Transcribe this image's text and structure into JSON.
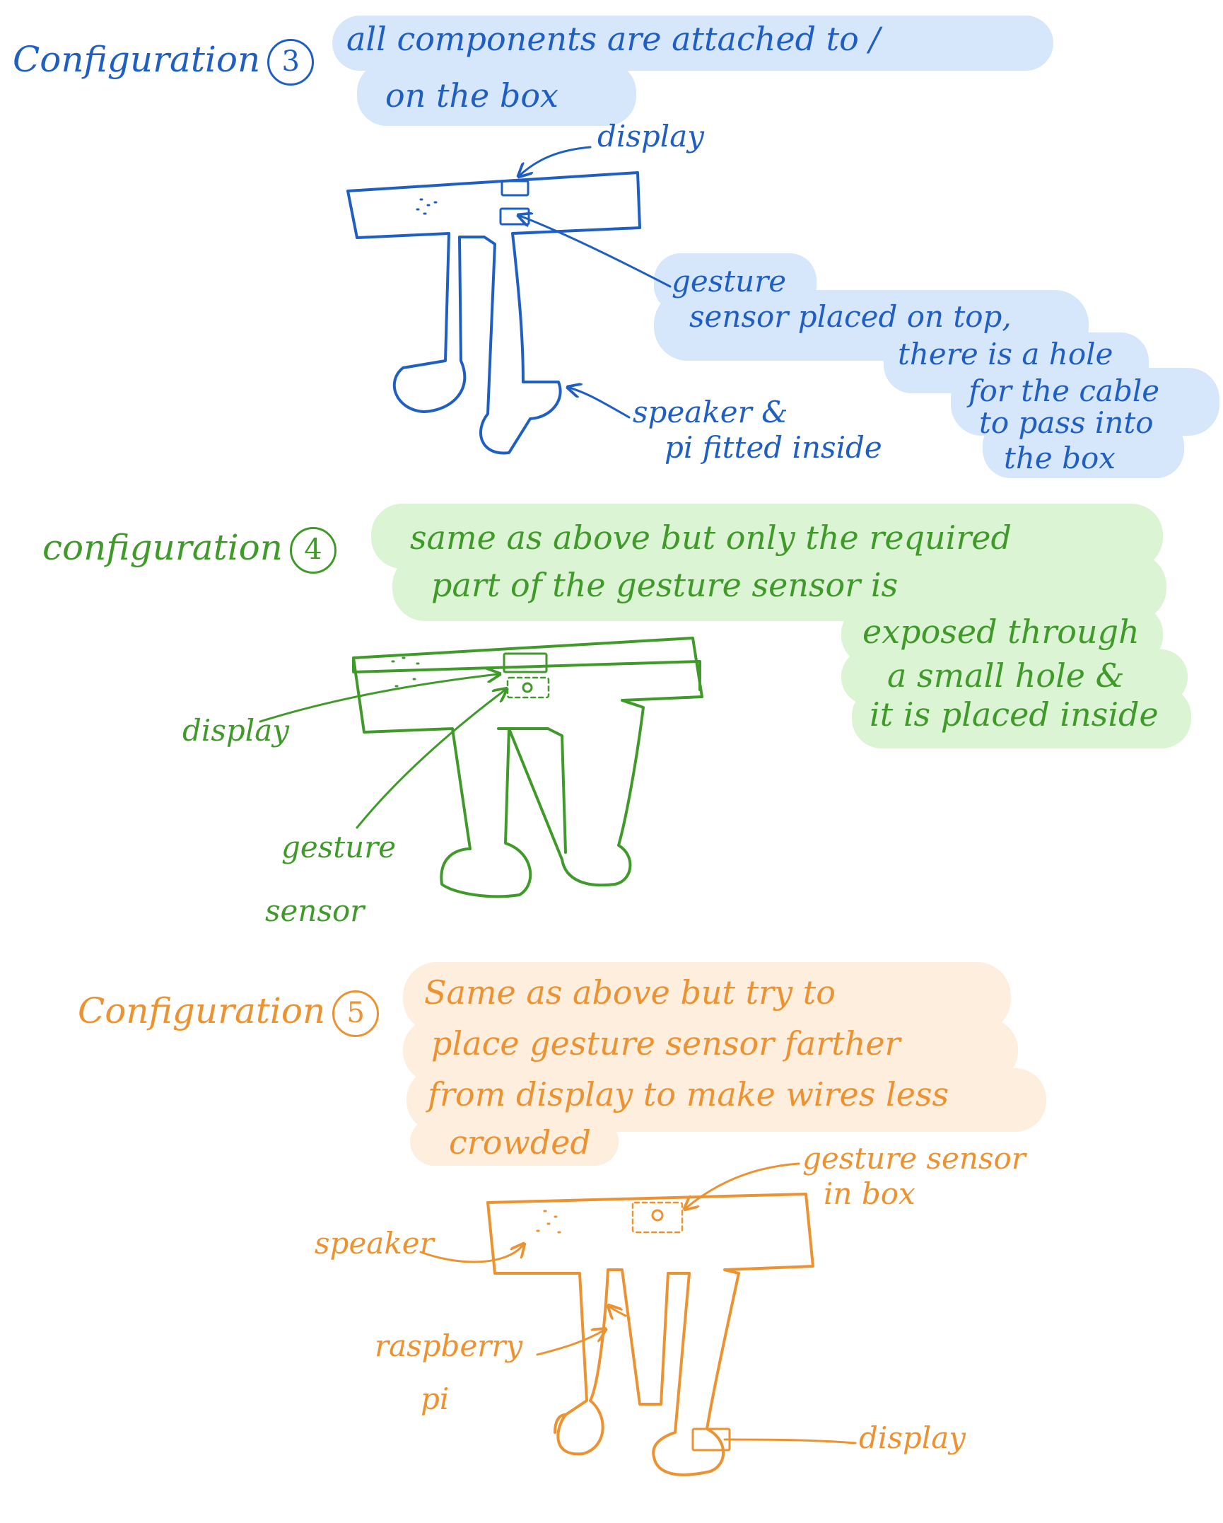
{
  "colors": {
    "blue_ink": "#1f5fc4",
    "blue_highlight": "#d6e6fb",
    "green_ink": "#3f9a2a",
    "green_highlight": "#dbf4d3",
    "orange_ink": "#ec9230",
    "orange_highlight": "#fdeede"
  },
  "config3": {
    "title": "Configuration",
    "number": "3",
    "note_lines": [
      "all components are attached to /",
      "on the box"
    ],
    "labels": {
      "display": "display",
      "gesture_lines": [
        "gesture",
        "sensor placed on top,",
        "there is a hole",
        "for the cable",
        "to pass into",
        "the box"
      ],
      "speaker_lines": [
        "speaker &",
        "pi fitted inside"
      ]
    }
  },
  "config4": {
    "title": "configuration",
    "number": "4",
    "note_lines": [
      "same as above but only the required",
      "part of the gesture sensor is",
      "exposed through",
      "a small hole &",
      "it is placed inside"
    ],
    "labels": {
      "display": "display",
      "gesture_lines": [
        "gesture",
        "sensor"
      ]
    }
  },
  "config5": {
    "title": "Configuration",
    "number": "5",
    "note_lines": [
      "Same as above but try to",
      "place gesture sensor farther",
      "from display to make wires less",
      "crowded"
    ],
    "labels": {
      "gesture_lines": [
        "gesture sensor",
        "in box"
      ],
      "speaker": "speaker",
      "raspberry_lines": [
        "raspberry",
        "pi"
      ],
      "display": "display"
    }
  }
}
